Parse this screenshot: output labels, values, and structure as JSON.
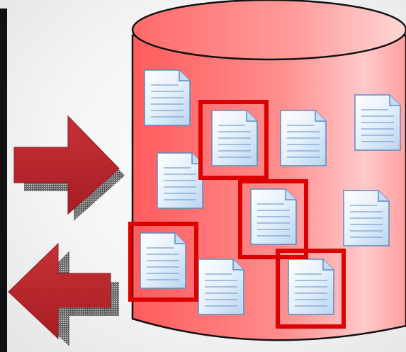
{
  "diagram": {
    "container": {
      "kind": "database-cylinder",
      "fill_color": "#ff6b6b",
      "fill_light": "#ffd4d4",
      "outline_color": "#111111"
    },
    "arrows": [
      {
        "id": "incoming",
        "direction": "right",
        "color": "#c0262b",
        "shadow_color": "#555555"
      },
      {
        "id": "outgoing",
        "direction": "left",
        "color": "#c0262b",
        "shadow_color": "#555555"
      }
    ],
    "documents": [
      {
        "id": "doc-1",
        "selected": false
      },
      {
        "id": "doc-2",
        "selected": true
      },
      {
        "id": "doc-3",
        "selected": false
      },
      {
        "id": "doc-4",
        "selected": false
      },
      {
        "id": "doc-5",
        "selected": false
      },
      {
        "id": "doc-6",
        "selected": true
      },
      {
        "id": "doc-7",
        "selected": false
      },
      {
        "id": "doc-8",
        "selected": true
      },
      {
        "id": "doc-9",
        "selected": false
      },
      {
        "id": "doc-10",
        "selected": true
      }
    ],
    "selection_color": "#dd0000",
    "document_color": "#d6e8f8",
    "document_stroke": "#5b8cc4"
  }
}
